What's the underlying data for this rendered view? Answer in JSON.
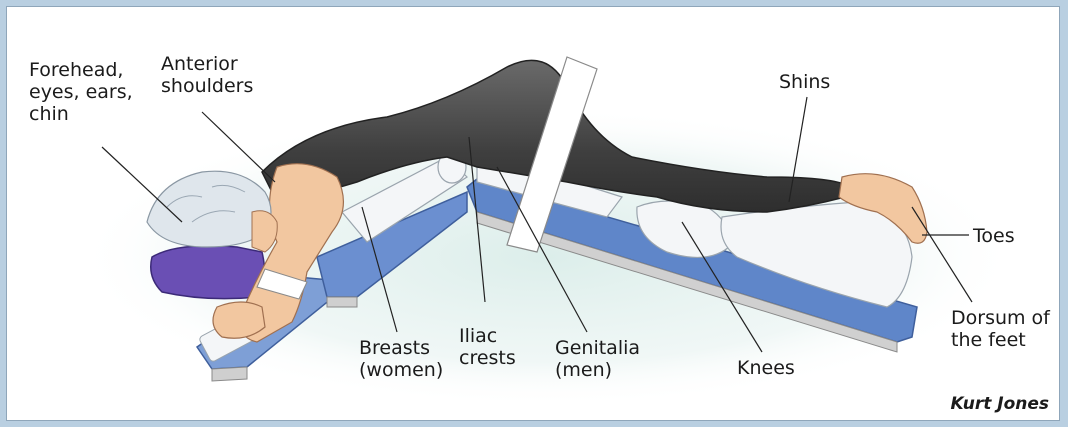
{
  "labels": {
    "forehead": "Forehead,\neyes, ears,\nchin",
    "anterior_shoulders": "Anterior\nshoulders",
    "breasts": "Breasts\n(women)",
    "iliac_crests": "Iliac\ncrests",
    "genitalia": "Genitalia\n(men)",
    "knees": "Knees",
    "shins": "Shins",
    "toes": "Toes",
    "dorsum": "Dorsum of\nthe feet"
  },
  "credit": "Kurt Jones",
  "colors": {
    "frame_background": "#b9cfe1",
    "table_blue": "#5f86c9",
    "suit": "#4a4a4a",
    "padding": "#f4f6f8",
    "skin": "#f2c7a0",
    "head_pad": "#6a4fb4"
  }
}
